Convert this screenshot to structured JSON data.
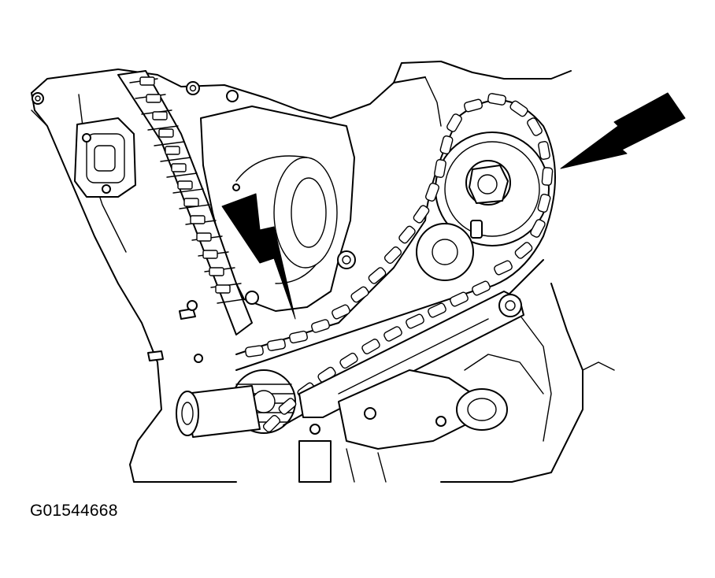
{
  "figure": {
    "code": "G01544668"
  },
  "colors": {
    "line": "#000000",
    "background": "#ffffff"
  },
  "pointers": [
    {
      "name": "arrow-pointing-to-cam-sprocket-chain",
      "direction": "down-left"
    },
    {
      "name": "arrow-pointing-to-lower-chain-guide",
      "direction": "down"
    }
  ]
}
